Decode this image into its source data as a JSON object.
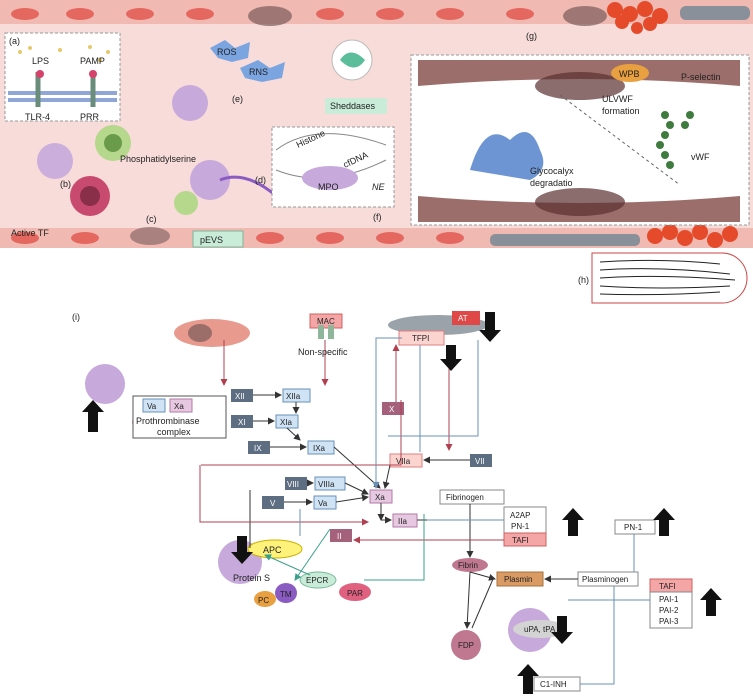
{
  "panel_letters": {
    "a": "(a)",
    "b": "(b)",
    "c": "(c)",
    "d": "(d)",
    "e": "(e)",
    "f": "(f)",
    "g": "(g)",
    "h": "(h)",
    "i": "(i)"
  },
  "vessel_top": {
    "lps": "LPS",
    "pamp": "PAMP",
    "tlr4": "TLR-4",
    "prr": "PRR",
    "ros": "ROS",
    "rns": "RNS",
    "sheddases": "Sheddases",
    "phosphatidylserine": "Phosphatidylserine",
    "pevs": "pEVS",
    "active_tf": "Active TF",
    "histone": "Histone",
    "cfdna": "cfDNA",
    "mpo": "MPO",
    "ne": "NE",
    "wpb": "WPB",
    "p_selectin": "P-selectin",
    "ulvwf": "ULVWF",
    "formation": "formation",
    "vwf": "vWF",
    "glycocalyx": "Glycocalyx",
    "degradatio": "degradatio"
  },
  "cascade": {
    "mac": "MAC",
    "non_specific": "Non-specific",
    "va": "Va",
    "xa_box": "Xa",
    "prothrombinase": "Prothrombinase",
    "complex": "complex",
    "tfpi": "TFPI",
    "at": "AT",
    "xii": "XII",
    "xiia": "XIIa",
    "xi": "XI",
    "xia": "XIa",
    "ix": "IX",
    "ixa": "IXa",
    "x": "X",
    "viia": "VIIa",
    "vii": "VII",
    "viii": "VIII",
    "viiia": "VIIIa",
    "v": "V",
    "va2": "Va",
    "xa": "Xa",
    "fibrinogen": "Fibrinogen",
    "a2ap": "A2AP",
    "pn1": "PN-1",
    "iia": "IIa",
    "tafi": "TAFI",
    "ii": "II",
    "apc": "APC",
    "protein_s": "Protein S",
    "epcr": "EPCR",
    "pc": "PC",
    "tm": "TM",
    "par": "PAR",
    "fibrin": "Fibrin",
    "plasmin": "Plasmin",
    "plasminogen": "Plasminogen",
    "pn1_right": "PN-1",
    "tafi_right": "TAFI",
    "pai1": "PAI-1",
    "pai2": "PAI-2",
    "pai3": "PAI-3",
    "upa_tpa": "uPA, tPA",
    "fdp": "FDP",
    "c1inh": "C1-INH"
  },
  "colors": {
    "vessel_bg": "#f7dcd9",
    "endothelium": "#e4685f",
    "dark_factor": "#5d6e82",
    "light_factor": "#cfe3f5",
    "pink_box": "#f4a6a6",
    "mauve_box": "#a5607a",
    "plasmin_box": "#d99a64",
    "apc_yellow": "#fff27a",
    "sheddases_green": "#c8ecd8"
  }
}
